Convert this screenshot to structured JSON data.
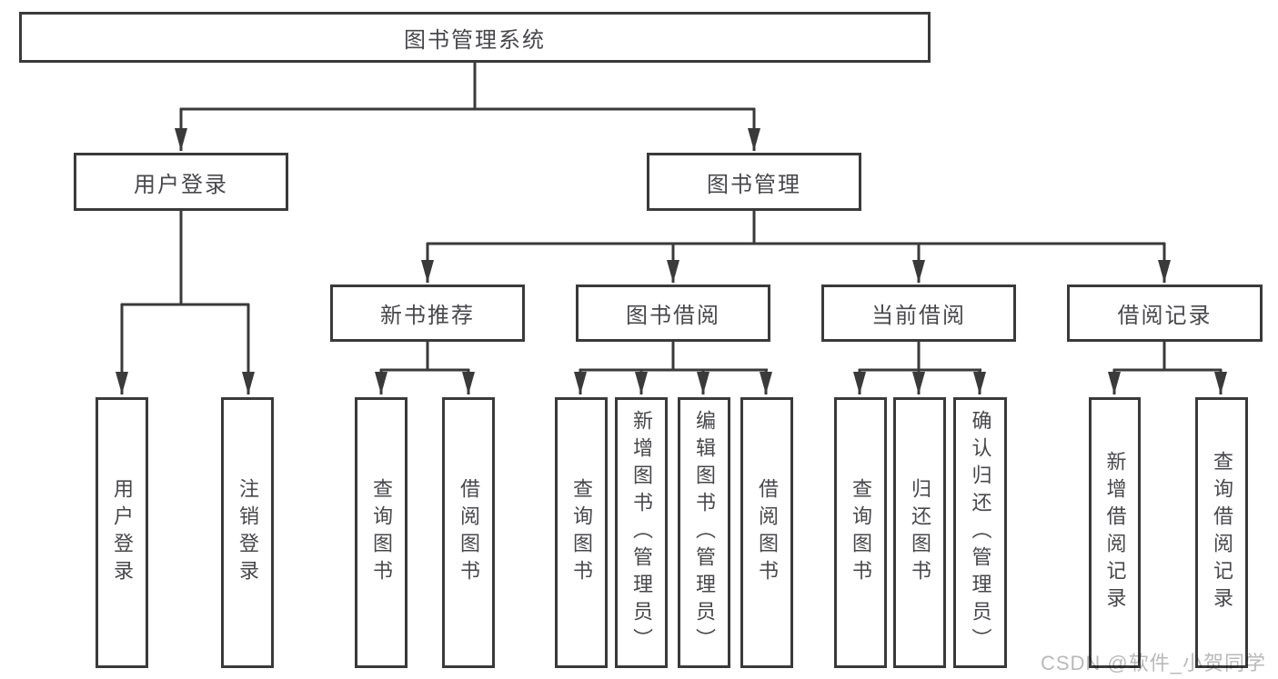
{
  "tree": {
    "root": {
      "label": "图书管理系统"
    },
    "branches": [
      {
        "label": "用户登录",
        "children": [
          {
            "label": "用户登录"
          },
          {
            "label": "注销登录"
          }
        ]
      },
      {
        "label": "图书管理",
        "children": [
          {
            "label": "新书推荐",
            "children": [
              {
                "label": "查询图书"
              },
              {
                "label": "借阅图书"
              }
            ]
          },
          {
            "label": "图书借阅",
            "children": [
              {
                "label": "查询图书"
              },
              {
                "label": "新增图书（管理员）"
              },
              {
                "label": "编辑图书（管理员）"
              },
              {
                "label": "借阅图书"
              }
            ]
          },
          {
            "label": "当前借阅",
            "children": [
              {
                "label": "查询图书"
              },
              {
                "label": "归还图书"
              },
              {
                "label": "确认归还（管理员）"
              }
            ]
          },
          {
            "label": "借阅记录",
            "children": [
              {
                "label": "新增借阅记录"
              },
              {
                "label": "查询借阅记录"
              }
            ]
          }
        ]
      }
    ]
  },
  "watermark": {
    "text": "CSDN @软件_小贺同学"
  },
  "colors": {
    "line": "#3a3a3a",
    "text": "#48484c",
    "background": "#ffffff",
    "watermark": "#b9b9b9"
  }
}
